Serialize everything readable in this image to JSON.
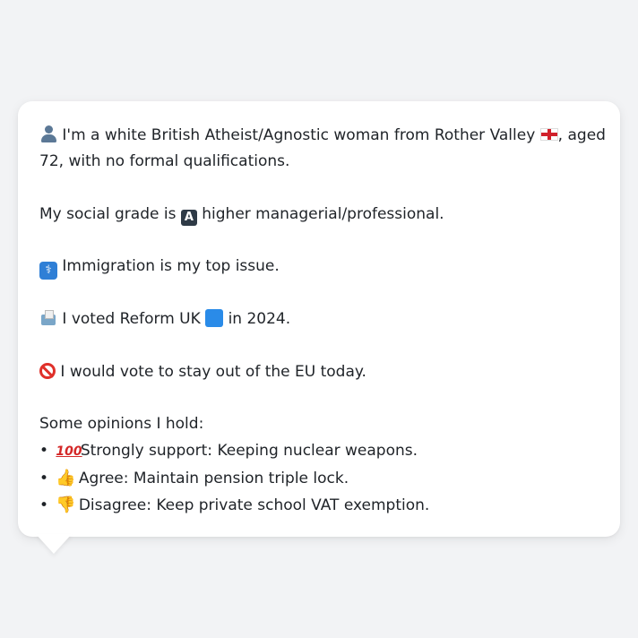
{
  "profile": {
    "intro_part1": "I'm a white British Atheist/Agnostic woman from Rother Valley",
    "intro_part2": ", aged",
    "intro_line2": "72, with no formal qualifications.",
    "social_grade_prefix": "My social grade is",
    "social_grade_value": "higher managerial/professional.",
    "top_issue": "Immigration is my top issue.",
    "vote_prefix": "I voted Reform UK",
    "vote_suffix": "in 2024.",
    "eu_stance": "I would vote to stay out of the EU today.",
    "opinions_heading": "Some opinions I hold:",
    "opinions": [
      {
        "icon": "hundred-points-icon",
        "text": "Strongly support: Keeping nuclear weapons."
      },
      {
        "icon": "thumbs-up-icon",
        "text": "Agree: Maintain pension triple lock."
      },
      {
        "icon": "thumbs-down-icon",
        "text": "Disagree: Keep private school VAT exemption."
      }
    ],
    "bullet": "•",
    "glyphs": {
      "grade_letter": "A",
      "steth": "⚕",
      "hundred": "100",
      "thumb_up": "👍",
      "thumb_down": "👎"
    }
  },
  "colors": {
    "background": "#f2f3f5",
    "bubble": "#ffffff",
    "text": "#1f2328",
    "reform_square": "#2a8be8",
    "no_sign": "#e0302a"
  }
}
